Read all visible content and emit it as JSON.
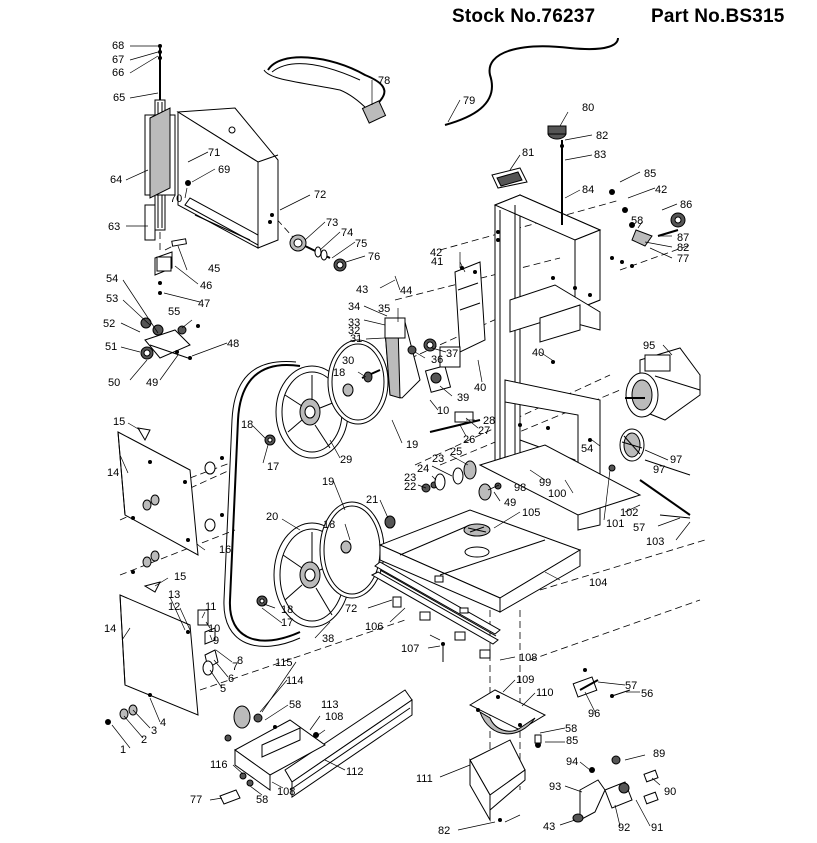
{
  "header": {
    "stock": "Stock No.76237",
    "part": "Part No.BS315"
  },
  "callouts": [
    "1",
    "2",
    "3",
    "4",
    "5",
    "6",
    "7",
    "8",
    "9",
    "10",
    "10",
    "11",
    "12",
    "13",
    "14",
    "14",
    "15",
    "15",
    "16",
    "17",
    "17",
    "18",
    "18",
    "18",
    "18",
    "19",
    "19",
    "20",
    "21",
    "22",
    "23",
    "23",
    "24",
    "25",
    "26",
    "27",
    "28",
    "29",
    "30",
    "31",
    "32",
    "33",
    "34",
    "35",
    "36",
    "37",
    "38",
    "39",
    "40",
    "40",
    "41",
    "42",
    "42",
    "43",
    "43",
    "44",
    "45",
    "46",
    "47",
    "48",
    "49",
    "49",
    "50",
    "51",
    "52",
    "53",
    "54",
    "54",
    "55",
    "56",
    "57",
    "57",
    "58",
    "58",
    "58",
    "58",
    "63",
    "64",
    "65",
    "66",
    "67",
    "68",
    "69",
    "70",
    "71",
    "72",
    "72",
    "73",
    "74",
    "75",
    "76",
    "77",
    "77",
    "78",
    "79",
    "80",
    "81",
    "82",
    "82",
    "82",
    "83",
    "84",
    "85",
    "85",
    "86",
    "87",
    "89",
    "90",
    "91",
    "92",
    "93",
    "94",
    "95",
    "96",
    "97",
    "97",
    "98",
    "99",
    "100",
    "101",
    "102",
    "103",
    "104",
    "105",
    "106",
    "107",
    "108",
    "108",
    "108",
    "109",
    "110",
    "111",
    "112",
    "113",
    "114",
    "115",
    "116"
  ]
}
